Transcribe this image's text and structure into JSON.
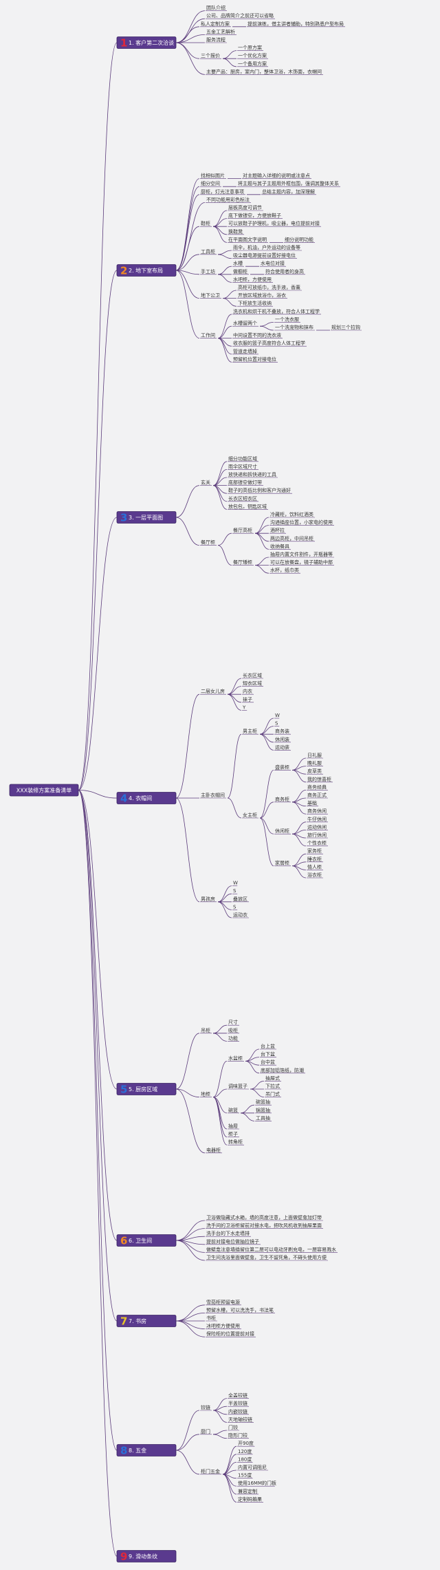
{
  "root": {
    "label": "XXX装修方案准备清单"
  },
  "colors": {
    "box": "#5a3a8e",
    "box_border": "#3a2463",
    "line": "#5a3a7a",
    "background": "#f2f2f3",
    "num_red": "#e0283a",
    "num_orange": "#f08a24",
    "num_blue": "#2a70d8",
    "num_yellow": "#e6c32a"
  },
  "sections": [
    {
      "num": "1",
      "num_color": "#e0283a",
      "label": "1. 客户第二次洽谈",
      "children": [
        {
          "label": "团队介绍"
        },
        {
          "label": "公司、品牌简介之前还可以省略"
        },
        {
          "label": "私人定制方案",
          "children": [
            {
              "label": "提前演练，借主讲者辅助，特别熟悉户型布局"
            }
          ]
        },
        {
          "label": "五金工艺解析"
        },
        {
          "label": "服务流程"
        },
        {
          "label": "三个报价",
          "children": [
            {
              "label": "一个原方案"
            },
            {
              "label": "一个优化方案"
            },
            {
              "label": "一个备用方案"
            }
          ]
        },
        {
          "label": "主要产品：厨房，室内门，整体卫浴，木饰面，衣帽间"
        }
      ]
    },
    {
      "num": "2",
      "num_color": "#f08a24",
      "label": "2. 地下室布局",
      "children": [
        {
          "label": "找相似图片",
          "children": [
            {
              "label": "对主题输入详细的说明或注意点"
            }
          ]
        },
        {
          "label": "细分空间",
          "children": [
            {
              "label": "将主题与其子主题用外框包围，强调其整体关系"
            }
          ]
        },
        {
          "label": "厨柜，灯光注意事项",
          "children": [
            {
              "label": "总结主题内容，加深理解"
            }
          ]
        },
        {
          "label": "不同功能用彩色标注"
        },
        {
          "label": "鞋柜",
          "children": [
            {
              "label": "层板高度可调节"
            },
            {
              "label": "底下做镂空，方便放鞋子"
            },
            {
              "label": "可以放鞋子护理机，吸尘器，电位提前对接"
            },
            {
              "label": "换鞋凳"
            },
            {
              "label": "在平面图文字说明",
              "children": [
                {
                  "label": "细分说明功能"
                }
              ]
            }
          ]
        },
        {
          "label": "工具柜",
          "children": [
            {
              "label": "雨伞，机油，户外运动的设备等"
            },
            {
              "label": "吸尘器电源提前设置好接电位"
            }
          ]
        },
        {
          "label": "手工坊",
          "children": [
            {
              "label": "水槽",
              "children": [
                {
                  "label": "水电位对接"
                }
              ]
            },
            {
              "label": "做橱柜",
              "children": [
                {
                  "label": "符合使用者的身高"
                }
              ]
            },
            {
              "label": "水吧柜，方便使用"
            }
          ]
        },
        {
          "label": "地下公卫",
          "children": [
            {
              "label": "高柜可放纸巾，洗手液，香薰"
            },
            {
              "label": "开放区域放浴巾，浴衣"
            },
            {
              "label": "下柜放生活收纳"
            }
          ]
        },
        {
          "label": "工作间",
          "children": [
            {
              "label": "洗衣机和烘干机不叠放，符合人体工程学"
            },
            {
              "label": "水槽留两个",
              "children": [
                {
                  "label": "一个洗衣服"
                },
                {
                  "label": "一个洗宠物和抹布",
                  "children": [
                    {
                      "label": "规划三个拉钩"
                    }
                  ]
                }
              ]
            },
            {
              "label": "中间设置不同的洗衣液"
            },
            {
              "label": "收衣服的篮子高度符合人体工程学"
            },
            {
              "label": "管道走墙掉"
            },
            {
              "label": "预留机位置对接电位"
            }
          ]
        }
      ]
    },
    {
      "num": "3",
      "num_color": "#2a70d8",
      "label": "3. 一层平面图",
      "children": [
        {
          "label": "玄关",
          "children": [
            {
              "label": "细分功能区域"
            },
            {
              "label": "雨伞区域尺寸"
            },
            {
              "label": "放快递和拆快递的工具"
            },
            {
              "label": "底部镂空做灯带"
            },
            {
              "label": "鞋子的高低比例和客户沟通好"
            },
            {
              "label": "长衣区短衣区"
            },
            {
              "label": "放包包，钥匙区域"
            }
          ]
        },
        {
          "label": "餐厅柜",
          "children": [
            {
              "label": "餐厅高柜",
              "children": [
                {
                  "label": "冷藏柜，饮料红酒类"
                },
                {
                  "label": "沟通插座位置，小家电的使用"
                },
                {
                  "label": "酒杯拉"
                },
                {
                  "label": "两边高柜，中间吊柜"
                },
                {
                  "label": "收纳餐具"
                }
              ]
            },
            {
              "label": "餐厅矮柜",
              "children": [
                {
                  "label": "抽屉内置文件割件，开瓶器等"
                },
                {
                  "label": "可以在放餐盘，镜子辅助中部"
                },
                {
                  "label": "水杯，纸巾类"
                }
              ]
            }
          ]
        }
      ]
    },
    {
      "num": "4",
      "num_color": "#2a70d8",
      "label": "4. 衣帽间",
      "children": [
        {
          "label": "二层女儿房",
          "children": [
            {
              "label": "长衣区域"
            },
            {
              "label": "短衣区域"
            },
            {
              "label": "内衣"
            },
            {
              "label": "袜子"
            },
            {
              "label": "Y"
            }
          ]
        },
        {
          "label": "主卧衣帽间",
          "children": [
            {
              "label": "男主柜",
              "children": [
                {
                  "label": "W"
                },
                {
                  "label": "S"
                },
                {
                  "label": "商务装"
                },
                {
                  "label": "休闲装"
                },
                {
                  "label": "运动装"
                }
              ]
            },
            {
              "label": "女主柜",
              "children": [
                {
                  "label": "盛装柜",
                  "children": [
                    {
                      "label": "日礼服"
                    },
                    {
                      "label": "晚礼服"
                    },
                    {
                      "label": "皮草类"
                    },
                    {
                      "label": "我的惊喜柜"
                    }
                  ]
                },
                {
                  "label": "商务柜",
                  "children": [
                    {
                      "label": "商务经典"
                    },
                    {
                      "label": "商务正式"
                    },
                    {
                      "label": "基础"
                    },
                    {
                      "label": "商务休闲"
                    }
                  ]
                },
                {
                  "label": "休闲柜",
                  "children": [
                    {
                      "label": "牛仔休闲"
                    },
                    {
                      "label": "运动休闲"
                    },
                    {
                      "label": "旅行休闲"
                    },
                    {
                      "label": "个性衣柜"
                    }
                  ]
                },
                {
                  "label": "家居柜",
                  "children": [
                    {
                      "label": "家务柜"
                    },
                    {
                      "label": "睡衣柜"
                    },
                    {
                      "label": "情人柜"
                    },
                    {
                      "label": "浴衣柜"
                    }
                  ]
                }
              ]
            }
          ]
        },
        {
          "label": "男孩房",
          "children": [
            {
              "label": "W"
            },
            {
              "label": "S"
            },
            {
              "label": "叠放区"
            },
            {
              "label": "S"
            },
            {
              "label": "运动衣"
            }
          ]
        }
      ]
    },
    {
      "num": "5",
      "num_color": "#2a70d8",
      "label": "5. 厨房区域",
      "children": [
        {
          "label": "吊柜",
          "children": [
            {
              "label": "尺寸"
            },
            {
              "label": "吸柜"
            },
            {
              "label": "功能"
            }
          ]
        },
        {
          "label": "地柜",
          "children": [
            {
              "label": "水盆柜",
              "children": [
                {
                  "label": "台上盆"
                },
                {
                  "label": "台下盆"
                },
                {
                  "label": "台中盆"
                },
                {
                  "label": "底部加铝箔纸，防潮"
                }
              ]
            },
            {
              "label": "调味篮子",
              "children": [
                {
                  "label": "抽屉式"
                },
                {
                  "label": "下拉式"
                },
                {
                  "label": "吊门式"
                }
              ]
            },
            {
              "label": "碗篮",
              "children": [
                {
                  "label": "碗篮抽"
                },
                {
                  "label": "锅篮抽"
                },
                {
                  "label": "工具抽"
                }
              ]
            },
            {
              "label": "抽屉"
            },
            {
              "label": "柜子"
            },
            {
              "label": "转角柜"
            }
          ]
        },
        {
          "label": "电器柜"
        }
      ]
    },
    {
      "num": "6",
      "num_color": "#f08a24",
      "label": "6. 卫生间",
      "children": [
        {
          "label": "卫浴做隐藏式水箱，墙的高度注意，上面做壁龛加灯带"
        },
        {
          "label": "洗手间的卫浴柜留前对接水电，把吹风机收到抽屉里面"
        },
        {
          "label": "洗手台的下水走墙排"
        },
        {
          "label": "提前对接电位做抽拉镜子"
        },
        {
          "label": "做壁龛注意墙插留位第二层可以电动牙刷充电，一层容易溅水"
        },
        {
          "label": "卫生间洗浴里面做壁龛，卫生不留死角，不碍头使用方便"
        }
      ]
    },
    {
      "num": "7",
      "num_color": "#e6c32a",
      "label": "7. 书房",
      "children": [
        {
          "label": "雪茄柜预留电源"
        },
        {
          "label": "预留水槽，可以洗洗手，书法笔"
        },
        {
          "label": "书柜"
        },
        {
          "label": "冰吧柜方便使用"
        },
        {
          "label": "保险柜的位置提前对接"
        }
      ]
    },
    {
      "num": "8",
      "num_color": "#2a70d8",
      "label": "8. 五金",
      "children": [
        {
          "label": "铰链",
          "children": [
            {
              "label": "全盖铰链"
            },
            {
              "label": "半盖铰链"
            },
            {
              "label": "内嵌铰链"
            },
            {
              "label": "天地轴铰链"
            }
          ]
        },
        {
          "label": "厨门",
          "children": [
            {
              "label": "门铰"
            },
            {
              "label": "隐形门铰"
            }
          ]
        },
        {
          "label": "柜门五金",
          "children": [
            {
              "label": "开90度"
            },
            {
              "label": "120度"
            },
            {
              "label": "180度"
            },
            {
              "label": "内置可调阻尼"
            },
            {
              "label": "155度"
            },
            {
              "label": "使用16MM的门板"
            },
            {
              "label": "兼容定制"
            },
            {
              "label": "定制码箱果"
            }
          ]
        }
      ]
    },
    {
      "num": "9",
      "num_color": "#e0283a",
      "label": "9. 滑动条纹",
      "children": []
    }
  ]
}
